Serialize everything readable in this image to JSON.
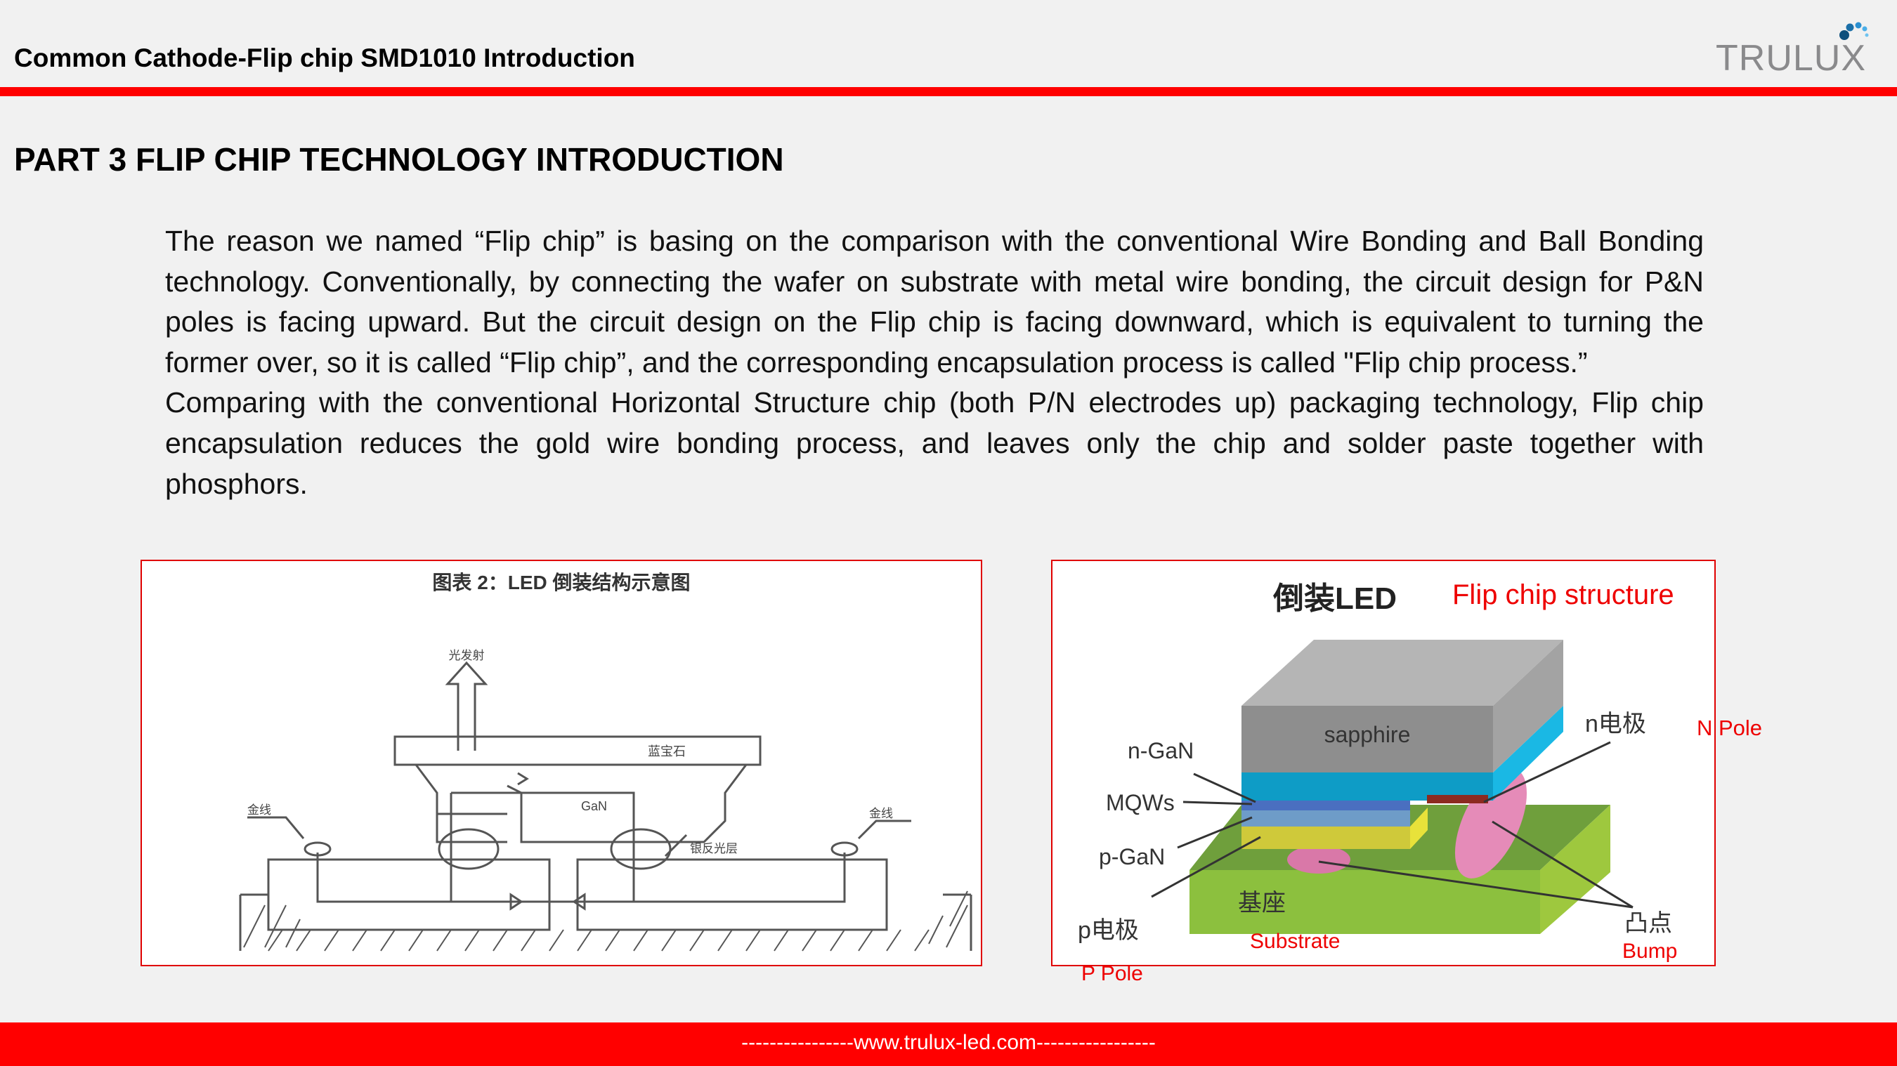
{
  "header": {
    "title": "Common Cathode-Flip chip SMD1010 Introduction",
    "logo_text": "TRULUX"
  },
  "section": {
    "title": "PART 3  FLIP CHIP TECHNOLOGY INTRODUCTION"
  },
  "paragraphs": [
    " The reason we named “Flip chip” is basing on the comparison with the conventional Wire Bonding and Ball Bonding technology. Conventionally, by connecting the wafer on substrate with metal wire bonding, the circuit design for P&N poles is facing upward. But the circuit design on the Flip chip is facing downward, which is equivalent to turning the former over, so it is called “Flip chip”, and the corresponding encapsulation process is called \"Flip chip process.”",
    " Comparing with the conventional Horizontal Structure chip (both P/N electrodes up) packaging technology, Flip chip encapsulation reduces the gold wire bonding process, and leaves only the chip and solder paste together with phosphors."
  ],
  "left_figure": {
    "caption": "图表 2：LED 倒装结构示意图",
    "light_label": "光发射",
    "sapphire_label": "蓝宝石",
    "gan_label": "GaN",
    "wire_left": "金线",
    "wire_right": "金线",
    "reflector_label": "银反光层"
  },
  "right_figure": {
    "title_cn": "倒装LED",
    "title_en": "Flip chip structure",
    "sapphire": "sapphire",
    "n_gan": "n-GaN",
    "mqws": "MQWs",
    "p_gan": "p-GaN",
    "n_electrode_cn": "n电极",
    "n_pole": "N Pole",
    "substrate_cn": "基座",
    "substrate_en": "Substrate",
    "p_electrode_cn": "p电极",
    "p_pole": "P Pole",
    "bump_cn": "凸点",
    "bump_en": "Bump"
  },
  "footer": {
    "text": "----------------www.trulux-led.com-----------------"
  },
  "colors": {
    "accent": "#ff0000",
    "logo_gray": "#8a8a8c",
    "logo_blue": "#1a6fa8"
  }
}
